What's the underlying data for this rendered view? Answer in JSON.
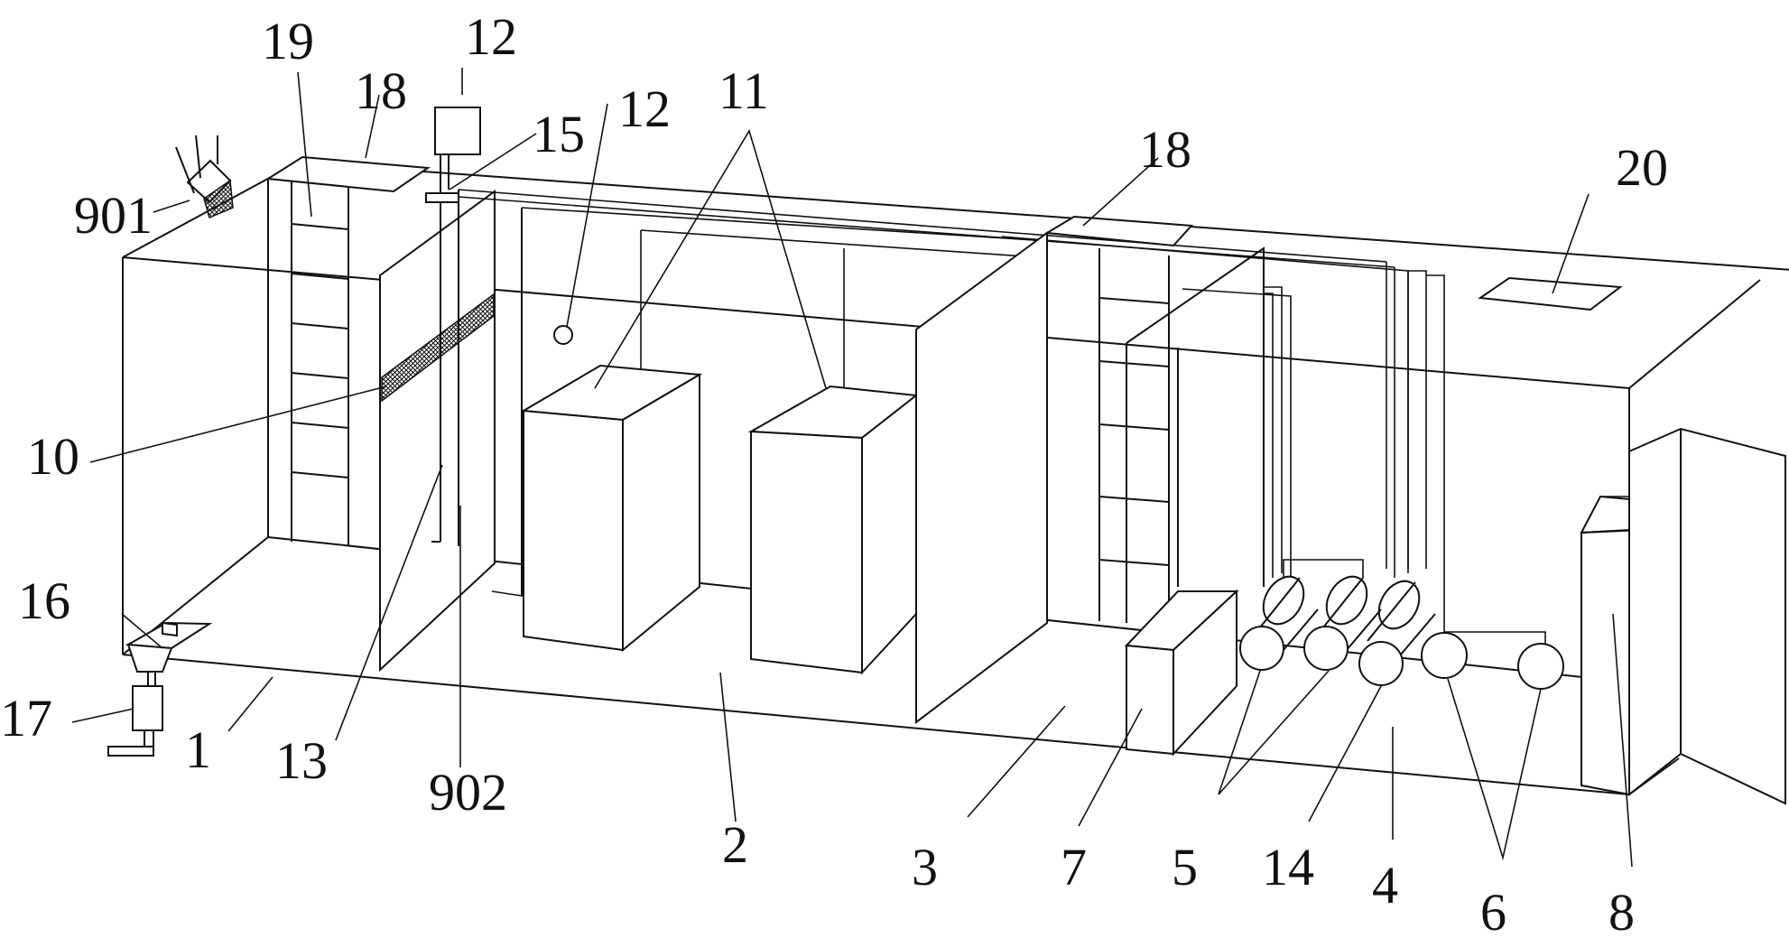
{
  "labels": {
    "l1": "1",
    "l2": "2",
    "l3": "3",
    "l4": "4",
    "l5": "5",
    "l6": "6",
    "l7": "7",
    "l8": "8",
    "l10": "10",
    "l11": "11",
    "l12a": "12",
    "l12b": "12",
    "l13": "13",
    "l14": "14",
    "l15": "15",
    "l16": "16",
    "l17": "17",
    "l18a": "18",
    "l18b": "18",
    "l19": "19",
    "l20": "20",
    "l901": "901",
    "l902": "902"
  }
}
